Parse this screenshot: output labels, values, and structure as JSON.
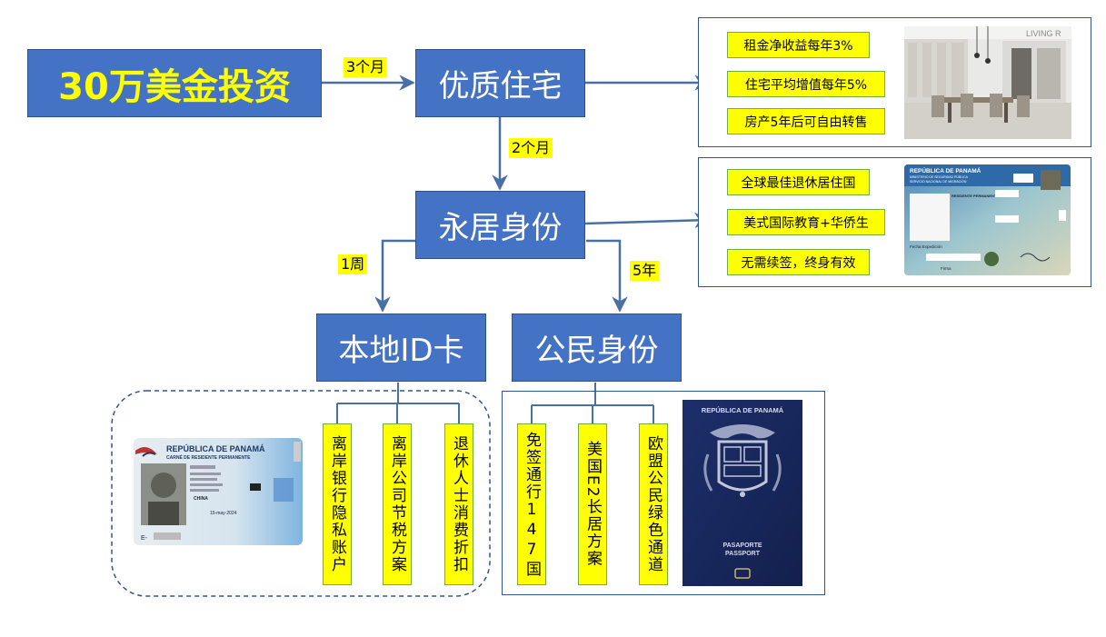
{
  "colors": {
    "blue_box": "#4472c4",
    "highlight": "#ffff00",
    "green_border": "#70ad47",
    "panel_border": "#2f5597"
  },
  "nodes": {
    "investment": "30万美金投资",
    "housing": "优质住宅",
    "residency": "永居身份",
    "local_id": "本地ID卡",
    "citizenship": "公民身份"
  },
  "edge_labels": {
    "to_housing": "3个月",
    "to_residency": "2个月",
    "to_local_id": "1周",
    "to_citizenship": "5年"
  },
  "housing_benefits": [
    "租金净收益每年3%",
    "住宅平均增值每年5%",
    "房产5年后可自由转售"
  ],
  "residency_benefits": [
    "全球最佳退休居住国",
    "美式国际教育+华侨生",
    "无需续签，终身有效"
  ],
  "local_id_benefits": [
    "离岸银行隐私账户",
    "离岸公司节税方案",
    "退休人士消费折扣"
  ],
  "citizenship_benefits": [
    "免签通行147国",
    "美国E2长居方案",
    "欧盟公民绿色通道"
  ],
  "images": {
    "living_room_caption": "LIVING R",
    "resident_card": {
      "header": "REPÚBLICA DE PANAMÁ",
      "sub1": "MINISTERIO DE SEGURIDAD PÚBLICA",
      "sub2": "SERVICIO NACIONAL DE MIGRACIÓN",
      "type": "RESIDENTE PERMANENTE",
      "expedition": "Fecha Expedición",
      "firma": "Firma"
    },
    "id_card": {
      "header": "REPÚBLICA DE PANAMÁ",
      "sub": "CARNÉ DE RESIDENTE PERMANENTE",
      "nationality": "CHINA",
      "date": "15-may-2024",
      "prefix": "E-"
    },
    "passport": {
      "header": "REPÚBLICA DE PANAMÁ",
      "title1": "PASAPORTE",
      "title2": "PASSPORT"
    }
  }
}
